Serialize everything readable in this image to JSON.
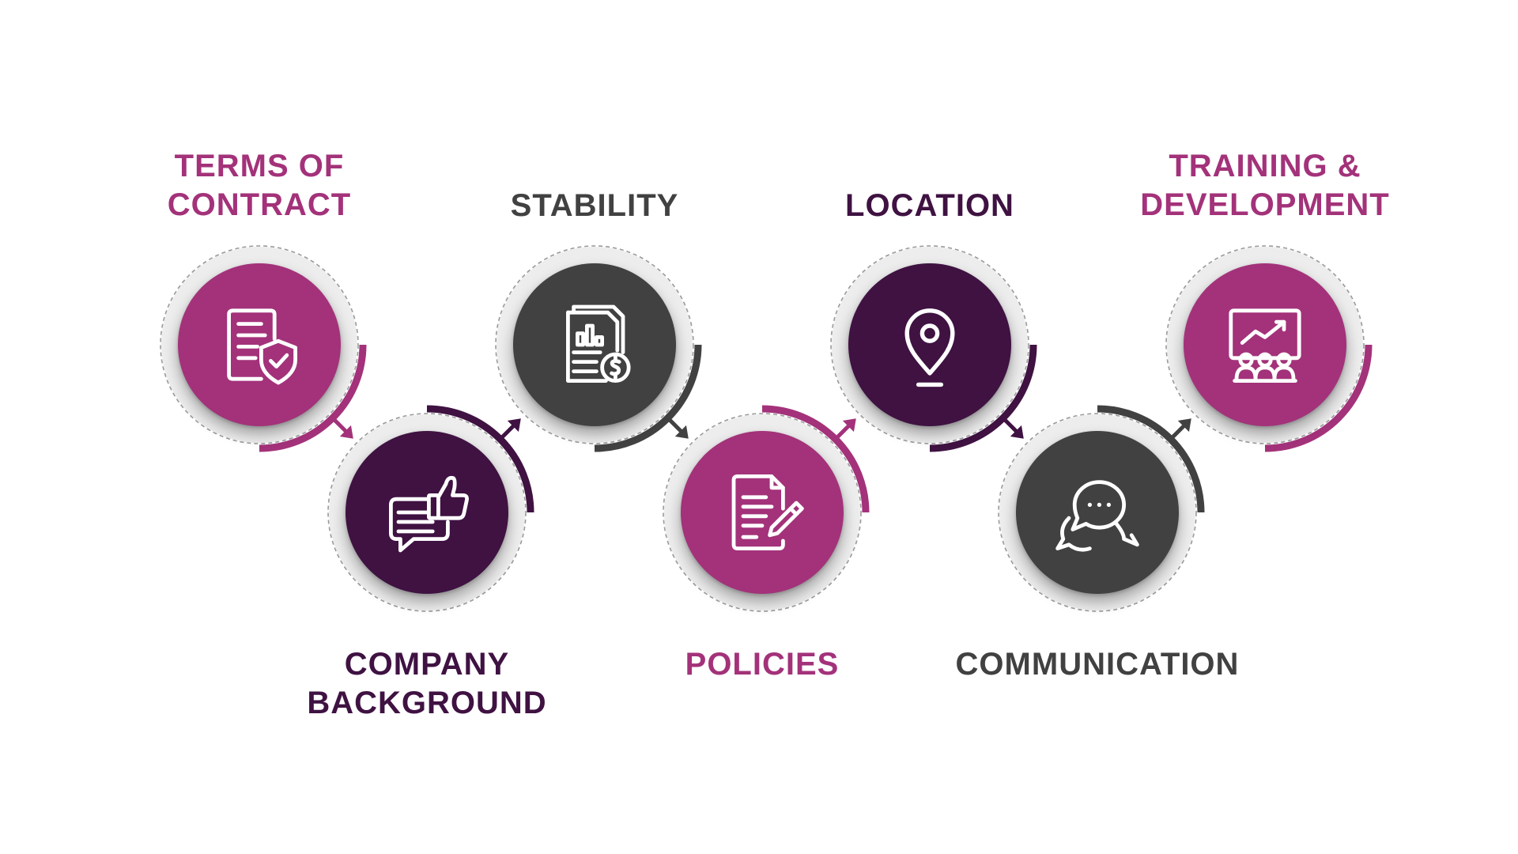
{
  "colors": {
    "magenta": "#A3327A",
    "plum": "#3F1242",
    "charcoal": "#414141",
    "ring": "#EDEDED",
    "dashes": "#9A9A9A"
  },
  "steps": [
    {
      "lines": [
        "TERMS OF",
        "CONTRACT"
      ],
      "icon": "contract-shield-icon",
      "color": "#A3327A",
      "text_color": "#A3327A"
    },
    {
      "lines": [
        "COMPANY",
        "BACKGROUND"
      ],
      "icon": "feedback-thumbs-up-icon",
      "color": "#3F1242",
      "text_color": "#3F1242"
    },
    {
      "lines": [
        "STABILITY"
      ],
      "icon": "financial-report-icon",
      "color": "#414141",
      "text_color": "#414141"
    },
    {
      "lines": [
        "POLICIES"
      ],
      "icon": "document-edit-icon",
      "color": "#A3327A",
      "text_color": "#A3327A"
    },
    {
      "lines": [
        "LOCATION"
      ],
      "icon": "location-pin-icon",
      "color": "#3F1242",
      "text_color": "#3F1242"
    },
    {
      "lines": [
        "COMMUNICATION"
      ],
      "icon": "chat-bubbles-icon",
      "color": "#414141",
      "text_color": "#414141"
    },
    {
      "lines": [
        "TRAINING &",
        "DEVELOPMENT"
      ],
      "icon": "training-presentation-icon",
      "color": "#A3327A",
      "text_color": "#A3327A"
    }
  ]
}
